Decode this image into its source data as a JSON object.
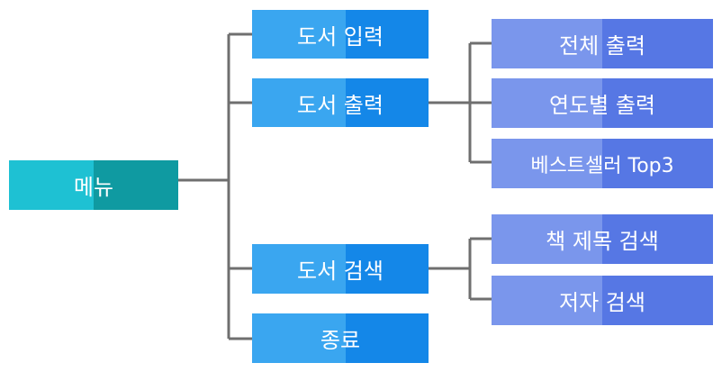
{
  "colors": {
    "connector": "#6f6f6f",
    "root_light": "#1ec1d3",
    "root_dark": "#0f9aa1",
    "level1_light": "#3aa6f0",
    "level1_dark": "#1487e8",
    "level2_light": "#7a96ec",
    "level2_dark": "#5677e4"
  },
  "root": {
    "label": "메뉴"
  },
  "level1": [
    {
      "label": "도서 입력"
    },
    {
      "label": "도서 출력"
    },
    {
      "label": "도서 검색"
    },
    {
      "label": "종료"
    }
  ],
  "output_children": [
    {
      "label": "전체 출력"
    },
    {
      "label": "연도별 출력"
    },
    {
      "label": "베스트셀러 Top3"
    }
  ],
  "search_children": [
    {
      "label": "책 제목 검색"
    },
    {
      "label": "저자 검색"
    }
  ]
}
